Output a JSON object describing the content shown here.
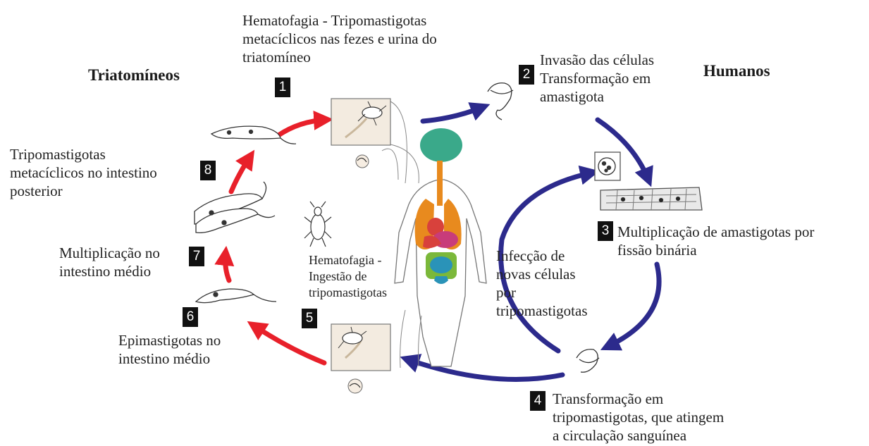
{
  "groups": {
    "vector": "Triatomíneos",
    "host": "Humanos"
  },
  "steps": [
    {
      "number": "1",
      "text": "Hematofagia - Tripomastigotas\nmetacíclicos nas fezes e urina do\ntriatomíneo"
    },
    {
      "number": "2",
      "text": "Invasão das células\nTransformação em\namastigota"
    },
    {
      "number": "3",
      "text": "Multiplicação de amastigotas por\nfissão binária"
    },
    {
      "number": "4",
      "text": "Transformação em\ntripomastigotas, que atingem\na circulação sanguínea"
    },
    {
      "number": "5",
      "text": "Hematofagia -\nIngestão de\ntripomastigotas"
    },
    {
      "number": "6",
      "text": "Epimastigotas no\nintestino médio"
    },
    {
      "number": "7",
      "text": "Multiplicação no\nintestino médio"
    },
    {
      "number": "8",
      "text": "Tripomastigotas\nmetacíclicos no intestino\nposterior"
    }
  ],
  "infection_note": "Infecção de\nnovas células\npor\ntripomastigotas",
  "colors": {
    "vector_arrow": "#e8202a",
    "host_arrow": "#2c2a8c",
    "brain": "#3aa98a",
    "lungs": "#e88a1e",
    "heart": "#d8413c",
    "stomach": "#c83c7a",
    "intestine": "#2a93b8",
    "colon": "#7bb83a",
    "panel": "#f3ebe0"
  }
}
